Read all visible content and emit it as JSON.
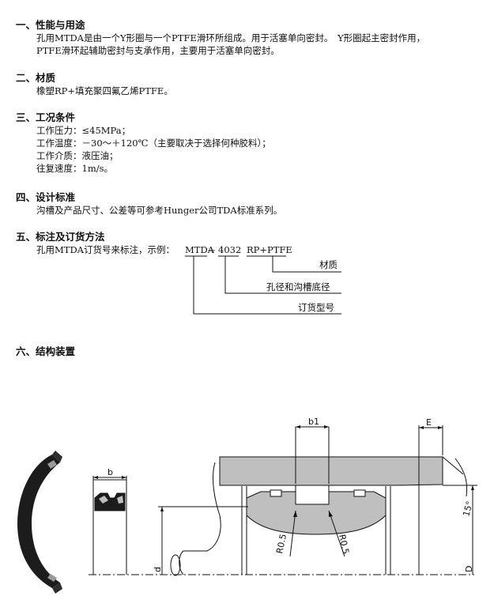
{
  "sections": [
    {
      "title": "一、性能与用途",
      "lines": [
        "孔用MTDA是由一个Y形圈与一个PTFE滑环所组成。用于活塞单向密封。　Y形圈起主密封作用，",
        "PTFE滑环起辅助密封与支承作用，主要用于活塞单向密封。"
      ]
    },
    {
      "title": "二、材质",
      "lines": [
        "橡塑RP+填充聚四氟乙烯PTFE。"
      ]
    },
    {
      "title": "三、工况条件",
      "lines": [
        "工作压力：≤45MPa；",
        "工作温度：－30～＋120℃（主要取决于选择何种胶料）；",
        "工作介质：液压油；",
        "往复速度：1m/s。"
      ]
    },
    {
      "title": "四、设计标准",
      "lines": [
        "沟槽及产品尺寸、公差等可参考Hunger公司TDA标准系列。"
      ]
    },
    {
      "title": "五、标注及订货方法",
      "lines": [
        "孔用MTDA订货号来标注，示例："
      ]
    },
    {
      "title": "六、结构装置",
      "lines": []
    }
  ],
  "order_example": {
    "code": "MTDA",
    "dash": "－",
    "size": "4032",
    "material": "RP+PTFE",
    "label_material": "材质",
    "label_size": "孔径和沟槽底径",
    "label_code": "订货型号"
  },
  "drawing": {
    "dim_b": "b",
    "dim_b1": "b1",
    "dim_E": "E",
    "dim_d": "d",
    "dim_D": "D",
    "angle": "15°",
    "radius_left": "R0.5",
    "radius_right": "R0.5",
    "colors": {
      "seal": "#1c1c1c",
      "part": "#bfbfbf",
      "line": "#111111"
    }
  }
}
